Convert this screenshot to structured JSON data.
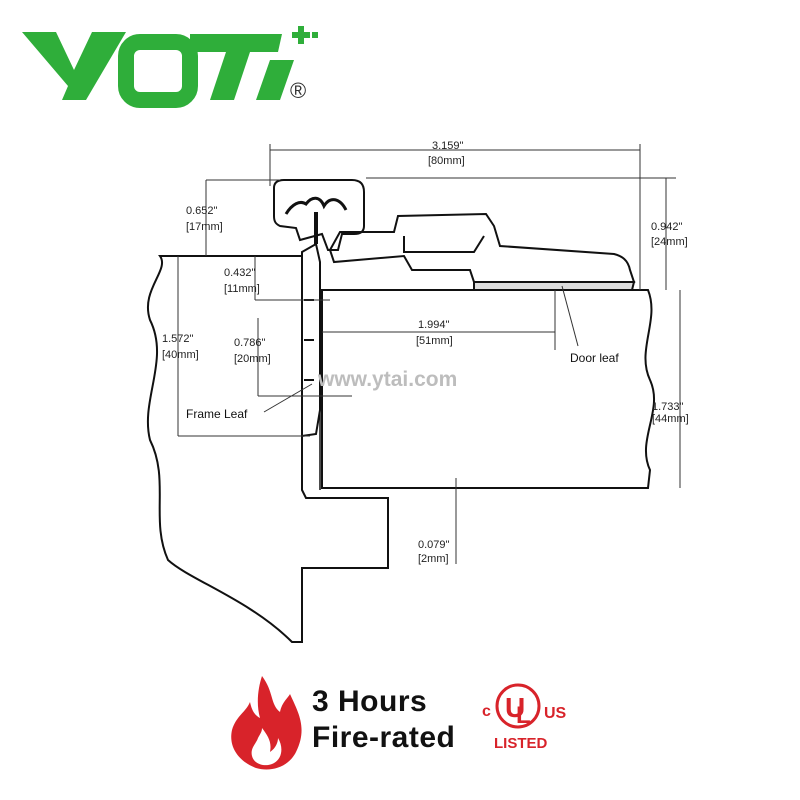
{
  "brand": {
    "logo_text": "YOTI",
    "registered": "®",
    "logo_color": "#2fae3a",
    "logo_dark": "#444444"
  },
  "drawing": {
    "dimensions": [
      {
        "inch": "3.159\"",
        "mm": "[80mm]"
      },
      {
        "inch": "0.652\"",
        "mm": "[17mm]"
      },
      {
        "inch": "0.942\"",
        "mm": "[24mm]"
      },
      {
        "inch": "0.432\"",
        "mm": "[11mm]"
      },
      {
        "inch": "1.994\"",
        "mm": "[51mm]"
      },
      {
        "inch": "1.572\"",
        "mm": "[40mm]"
      },
      {
        "inch": "0.786\"",
        "mm": "[20mm]"
      },
      {
        "inch": "1.733\"",
        "mm": "[44mm]"
      },
      {
        "inch": "0.079\"",
        "mm": "[2mm]"
      }
    ],
    "labels": {
      "door_leaf": "Door leaf",
      "frame_leaf": "Frame Leaf"
    },
    "watermark": "www.ytai.com"
  },
  "certification": {
    "line1": "3 Hours",
    "line2": "Fire-rated",
    "ul_c": "c",
    "ul_us": "US",
    "ul_listed": "LISTED",
    "flame_icon": "flame-icon",
    "ul_color": "#d8232a"
  }
}
